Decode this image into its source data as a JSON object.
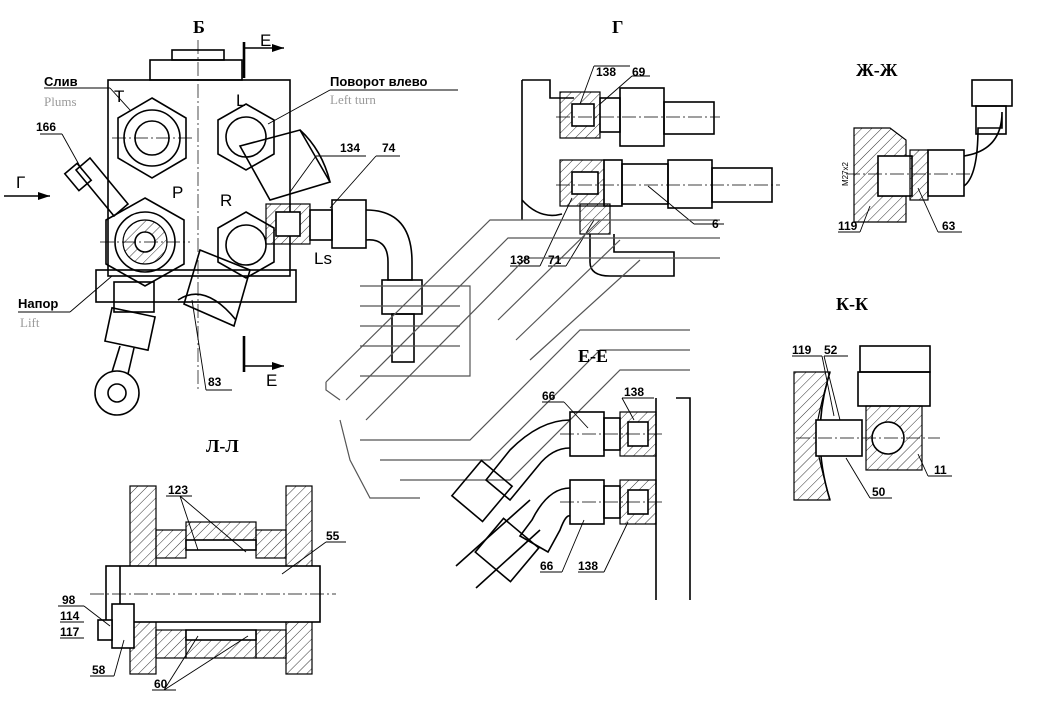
{
  "sections": {
    "b": "Б",
    "g": "Г",
    "zh": "Ж-Ж",
    "k": "К-К",
    "e": "Е-Е",
    "l": "Л-Л"
  },
  "ports": {
    "t": "T",
    "l": "L",
    "p": "P",
    "r": "R",
    "ls": "Ls"
  },
  "arrows": {
    "e_top": "Е",
    "e_bottom": "Е",
    "g_side": "Г"
  },
  "labels": {
    "drain_ru": "Слив",
    "drain_en": "Plums",
    "turn_ru": "Поворот влево",
    "turn_en": "Left turn",
    "lift_ru": "Напор",
    "lift_en": "Lift",
    "thread": "M27x2"
  },
  "callouts": {
    "c166": "166",
    "c134": "134",
    "c74": "74",
    "c83": "83",
    "g138a": "138",
    "g69": "69",
    "g138b": "138",
    "g71": "71",
    "g6": "6",
    "zh119": "119",
    "zh63": "63",
    "k119": "119",
    "k52": "52",
    "k50": "50",
    "k11": "11",
    "e66a": "66",
    "e138a": "138",
    "e66b": "66",
    "e138b": "138",
    "l123": "123",
    "l55": "55",
    "l98": "98",
    "l114": "114",
    "l117": "117",
    "l58": "58",
    "l60": "60"
  }
}
